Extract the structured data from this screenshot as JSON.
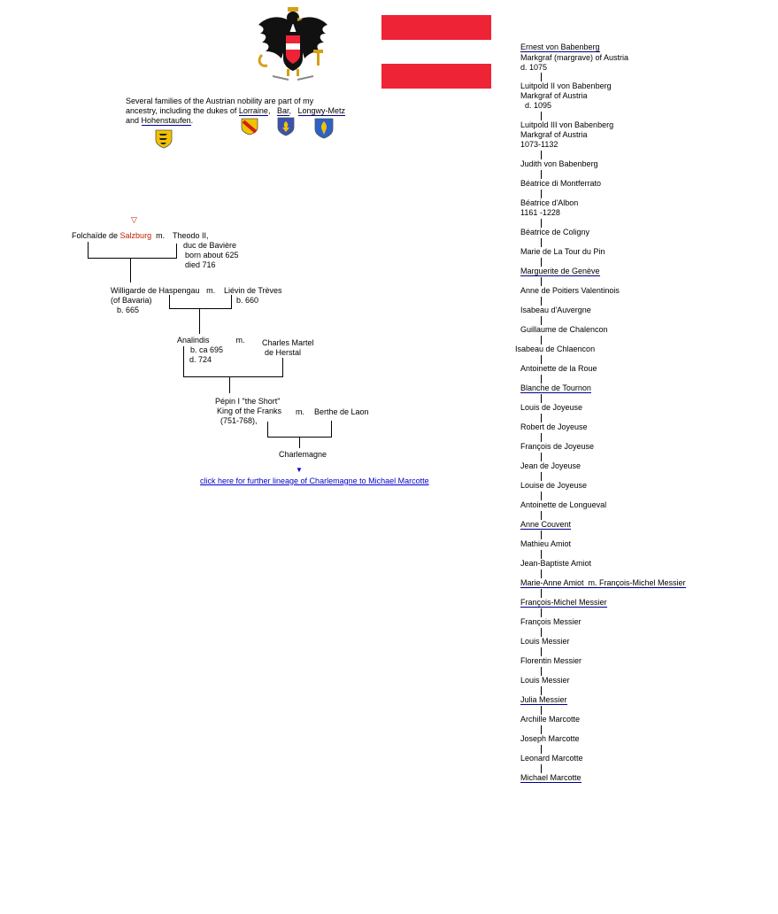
{
  "intro": {
    "line1": "Several families of the Austrian nobility are part of my",
    "line2_prefix": "ancestry, including the dukes of ",
    "lorraine": "Lorraine",
    "comma1": ",",
    "bar": "Bar",
    "comma2": ",",
    "longwy": "Longwy-Metz",
    "line3_prefix": "and ",
    "hohenstaufen": "Hohenstaufen",
    "period": "."
  },
  "colors": {
    "flag_red": "#ee2436",
    "flag_white": "#ffffff",
    "link_blue": "#0000cc",
    "marker_red": "#c02000"
  },
  "tree": {
    "folchaide_prefix": "Folchaïde de ",
    "salzburg": "Salzburg",
    "m1": "m.",
    "theodo_name": "Theodo II,",
    "theodo_title": "duc de Bavière",
    "theodo_born": "born about 625",
    "theodo_died": "died  716",
    "willigarde_name": "Willigarde de Haspengau",
    "m2": "m.",
    "willigarde_sub": "(of Bavaria)",
    "willigarde_born": "b. 665",
    "lievin_name": "Liévin de Trèves",
    "lievin_born": "b. 660",
    "analindis_name": "Analindis",
    "m3": "m.",
    "analindis_born": "b. ca 695",
    "analindis_died": "d. 724",
    "charles_name": "Charles Martel",
    "charles_place": "de Herstal",
    "pepin_name": "Pépin I  \"the Short\"",
    "pepin_title": "King of the Franks",
    "pepin_years": "(751-768),",
    "m4": "m.",
    "berthe_name": "Berthe de Laon",
    "charlemagne": "Charlemagne",
    "further_link": "click here for further lineage of Charlemagne to Michael Marcotte"
  },
  "lineage": [
    {
      "lines": [
        "Ernest von Babenberg",
        "Markgraf (margrave) of Austria",
        "d. 1075"
      ],
      "link": true
    },
    {
      "lines": [
        "Luitpold II von Babenberg",
        "Markgraf of Austria",
        "  d. 1095"
      ],
      "link": false
    },
    {
      "lines": [
        "Luitpold III von Babenberg",
        "Markgraf of Austria",
        "1073-1132"
      ],
      "link": false
    },
    {
      "lines": [
        "Judith von Babenberg"
      ],
      "link": false
    },
    {
      "lines": [
        "Béatrice di Montferrato"
      ],
      "link": false
    },
    {
      "lines": [
        "Béatrice d'Albon",
        "1161 -1228"
      ],
      "link": false
    },
    {
      "lines": [
        "Béatrice de Coligny"
      ],
      "link": false
    },
    {
      "lines": [
        "Marie de La Tour du Pin"
      ],
      "link": false
    },
    {
      "lines": [
        "Marguerite de Genève"
      ],
      "link": true
    },
    {
      "lines": [
        "Anne de Poitiers Valentinois"
      ],
      "link": false
    },
    {
      "lines": [
        "Isabeau d'Auvergne"
      ],
      "link": false
    },
    {
      "lines": [
        "Guillaume de Chalencon"
      ],
      "link": false
    },
    {
      "lines": [
        "Isabeau de Chlaencon"
      ],
      "link": false,
      "offset": -6
    },
    {
      "lines": [
        "Antoinette de la Roue"
      ],
      "link": false
    },
    {
      "lines": [
        "Blanche de Tournon"
      ],
      "link": true
    },
    {
      "lines": [
        "Louis de Joyeuse"
      ],
      "link": false
    },
    {
      "lines": [
        "Robert de Joyeuse"
      ],
      "link": false
    },
    {
      "lines": [
        "François de Joyeuse"
      ],
      "link": false
    },
    {
      "lines": [
        "Jean de Joyeuse"
      ],
      "link": false
    },
    {
      "lines": [
        "Louise de Joyeuse"
      ],
      "link": false
    },
    {
      "lines": [
        "Antoinette de Longueval"
      ],
      "link": false
    },
    {
      "lines": [
        "Anne Couvent"
      ],
      "link": true
    },
    {
      "lines": [
        "Mathieu Amiot"
      ],
      "link": false
    },
    {
      "lines": [
        "Jean-Baptiste Amiot"
      ],
      "link": false
    },
    {
      "lines": [
        "Marie-Anne Amiot  m. François-Michel Messier"
      ],
      "link": true
    },
    {
      "lines": [
        "François-Michel Messier"
      ],
      "link": true
    },
    {
      "lines": [
        "François Messier"
      ],
      "link": false
    },
    {
      "lines": [
        "Louis Messier"
      ],
      "link": false
    },
    {
      "lines": [
        "Florentin Messier"
      ],
      "link": false
    },
    {
      "lines": [
        "Louis Messier"
      ],
      "link": false
    },
    {
      "lines": [
        "Julia Messier"
      ],
      "link": true
    },
    {
      "lines": [
        "Archille Marcotte"
      ],
      "link": false
    },
    {
      "lines": [
        "Joseph Marcotte"
      ],
      "link": false
    },
    {
      "lines": [
        "Leonard Marcotte"
      ],
      "link": false
    },
    {
      "lines": [
        "Michael Marcotte"
      ],
      "link": true
    }
  ]
}
